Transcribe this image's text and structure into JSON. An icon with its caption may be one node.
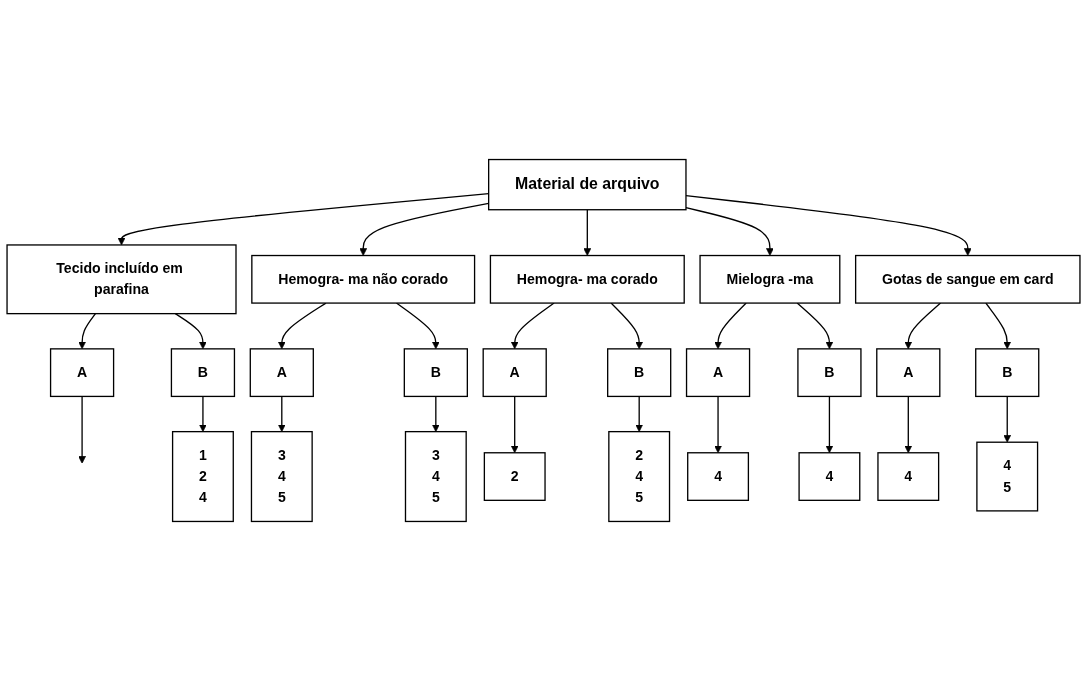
{
  "diagram": {
    "nodes": [
      {
        "text": [
          "Material de arquivo"
        ]
      },
      {
        "text": [
          "Tecido incluído em parafina"
        ]
      },
      {
        "text": [
          "Hemogra- ma não corado"
        ]
      },
      {
        "text": [
          "Hemogra- ma corado"
        ]
      },
      {
        "text": [
          "Mielogra -ma"
        ]
      },
      {
        "text": [
          "Gotas de sangue em card"
        ]
      },
      {
        "text": [
          "A"
        ]
      },
      {
        "text": [
          "B"
        ]
      },
      {
        "text": [
          "A"
        ]
      },
      {
        "text": [
          "B"
        ]
      },
      {
        "text": [
          "A"
        ]
      },
      {
        "text": [
          "B"
        ]
      },
      {
        "text": [
          "A"
        ]
      },
      {
        "text": [
          "B"
        ]
      },
      {
        "text": [
          "A"
        ]
      },
      {
        "text": [
          "B"
        ]
      },
      {
        "text": [
          "1",
          "2",
          "4"
        ]
      },
      {
        "text": [
          "3",
          "4",
          "5"
        ]
      },
      {
        "text": [
          "3",
          "4",
          "5"
        ]
      },
      {
        "text": [
          "2"
        ]
      },
      {
        "text": [
          "2",
          "4",
          "5"
        ]
      },
      {
        "text": [
          "4"
        ]
      },
      {
        "text": [
          "4"
        ]
      },
      {
        "text": [
          "4"
        ]
      },
      {
        "text": [
          "4",
          "5"
        ]
      }
    ],
    "edges": [
      {
        "from": 0,
        "to": 1,
        "arrow": "to"
      },
      {
        "from": 0,
        "to": 2,
        "arrow": "to"
      },
      {
        "from": 0,
        "to": 3,
        "arrow": "to"
      },
      {
        "from": 0,
        "to": 4,
        "arrow": "to"
      },
      {
        "from": 0,
        "to": 5,
        "arrow": "to"
      },
      {
        "from": 1,
        "to": 6,
        "arrow": "to"
      },
      {
        "from": 1,
        "to": 7,
        "arrow": "to"
      },
      {
        "from": 2,
        "to": 8,
        "arrow": "to"
      },
      {
        "from": 2,
        "to": 9,
        "arrow": "to"
      },
      {
        "from": 3,
        "to": 10,
        "arrow": "to"
      },
      {
        "from": 3,
        "to": 11,
        "arrow": "to"
      },
      {
        "from": 4,
        "to": 12,
        "arrow": "to"
      },
      {
        "from": 4,
        "to": 13,
        "arrow": "to"
      },
      {
        "from": 5,
        "to": 14,
        "arrow": "to"
      },
      {
        "from": 5,
        "to": 15,
        "arrow": "to"
      },
      {
        "from": 6,
        "to": null,
        "arrow": "to"
      },
      {
        "from": 7,
        "to": 16,
        "arrow": "to"
      },
      {
        "from": 8,
        "to": 17,
        "arrow": "to"
      },
      {
        "from": 9,
        "to": 18,
        "arrow": "to"
      },
      {
        "from": 10,
        "to": 19,
        "arrow": "to"
      },
      {
        "from": 11,
        "to": 20,
        "arrow": "to"
      },
      {
        "from": 12,
        "to": 21,
        "arrow": "to"
      },
      {
        "from": 13,
        "to": 22,
        "arrow": "to"
      },
      {
        "from": 14,
        "to": 23,
        "arrow": "to"
      },
      {
        "from": 15,
        "to": 24,
        "arrow": "to"
      }
    ]
  }
}
